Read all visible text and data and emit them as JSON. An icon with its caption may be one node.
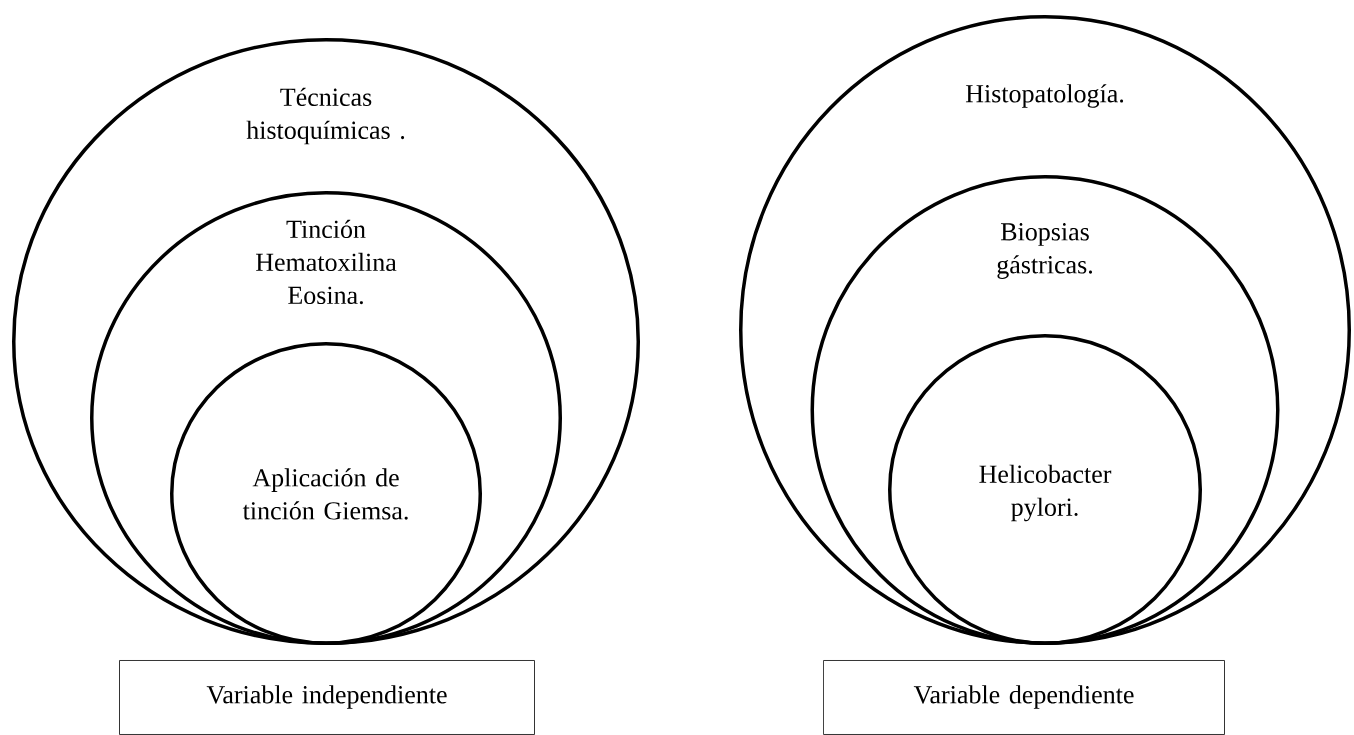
{
  "diagram": {
    "nodes": [
      {
        "text": [
          "Técnicas histoquímicas ."
        ]
      },
      {
        "text": [
          "Tinción Hematoxilina Eosina."
        ],
        "in": 0
      },
      {
        "text": [
          "Aplicación de tinción Giemsa."
        ],
        "in": 1
      },
      {
        "text": [
          "Variable independiente"
        ]
      },
      {
        "text": [
          "Histopatología."
        ]
      },
      {
        "text": [
          "Biopsias gástricas."
        ],
        "in": 4
      },
      {
        "text": [
          "Helicobacter pylori."
        ],
        "in": 5
      },
      {
        "text": [
          "Variable dependiente"
        ]
      }
    ]
  }
}
